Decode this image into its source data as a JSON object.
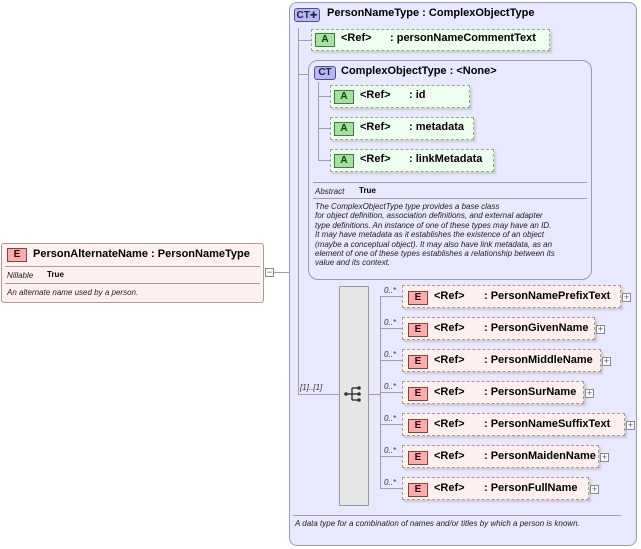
{
  "root": {
    "tag": "E",
    "name": "PersonAlternateName",
    "sep": ":",
    "type": "PersonNameType",
    "nillable_label": "Nillable",
    "nillable_value": "True",
    "description": "An alternate name used by a person.",
    "collapse_symbol": "−"
  },
  "complex_type": {
    "tag": "CT",
    "name": "PersonNameType",
    "sep": ":",
    "base": "ComplexObjectType",
    "attribute": {
      "tag": "A",
      "ref": "<Ref>",
      "name": ": personNameCommentText"
    },
    "description": "A data type for a combination of names and/or titles by which a person is known."
  },
  "base_type": {
    "tag": "CT",
    "name": "ComplexObjectType",
    "sep": ":",
    "base": "<None>",
    "attributes": [
      {
        "tag": "A",
        "ref": "<Ref>",
        "name": ": id"
      },
      {
        "tag": "A",
        "ref": "<Ref>",
        "name": ": metadata"
      },
      {
        "tag": "A",
        "ref": "<Ref>",
        "name": ": linkMetadata"
      }
    ],
    "abstract_label": "Abstract",
    "abstract_value": "True",
    "description_lines": [
      "The ComplexObjectType type provides a base class",
      "for object definition, association definitions, and external adapter",
      "type definitions. An instance of one of these types may have an ID.",
      "It may have metadata as it establishes the existence of an object",
      "(maybe a conceptual object). It may also have link metadata, as an",
      "element of one of these types establishes a relationship between its",
      "value and its context."
    ]
  },
  "sequence": {
    "cardinality": "[1]..[1]",
    "elements": [
      {
        "tag": "E",
        "ref": "<Ref>",
        "name": ": PersonNamePrefixText",
        "card": "0..*",
        "expand": "+"
      },
      {
        "tag": "E",
        "ref": "<Ref>",
        "name": ": PersonGivenName",
        "card": "0..*",
        "expand": "+"
      },
      {
        "tag": "E",
        "ref": "<Ref>",
        "name": ": PersonMiddleName",
        "card": "0..*",
        "expand": "+"
      },
      {
        "tag": "E",
        "ref": "<Ref>",
        "name": ": PersonSurName",
        "card": "0..*",
        "expand": "+"
      },
      {
        "tag": "E",
        "ref": "<Ref>",
        "name": ": PersonNameSuffixText",
        "card": "0..*",
        "expand": "+"
      },
      {
        "tag": "E",
        "ref": "<Ref>",
        "name": ": PersonMaidenName",
        "card": "0..*",
        "expand": "+"
      },
      {
        "tag": "E",
        "ref": "<Ref>",
        "name": ": PersonFullName",
        "card": "0..*",
        "expand": "+"
      }
    ]
  }
}
